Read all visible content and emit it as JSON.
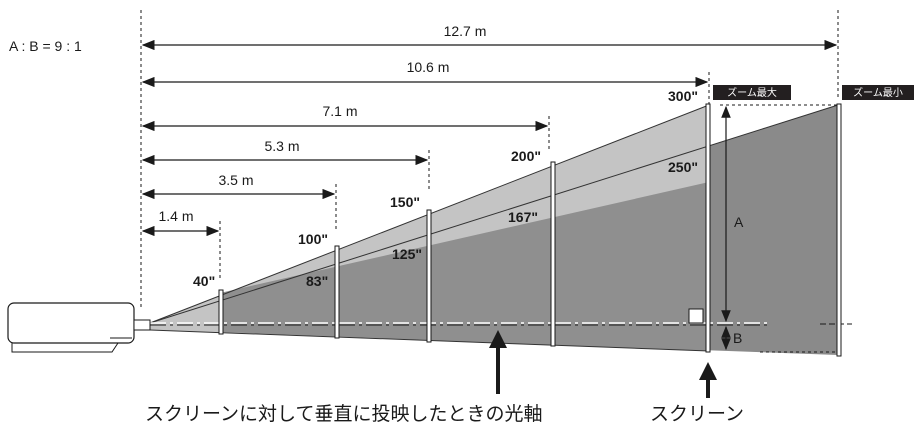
{
  "ratio_label": "A : B = 9 : 1",
  "distances": [
    "12.7 m",
    "10.6 m",
    "7.1 m",
    "5.3 m",
    "3.5 m",
    "1.4 m"
  ],
  "screen_sizes_zoom_max": [
    "40\"",
    "100\"",
    "150\"",
    "200\"",
    "300\""
  ],
  "screen_sizes_zoom_min": [
    "83\"",
    "125\"",
    "167\"",
    "250\""
  ],
  "zoom_max_label": "ズーム最大",
  "zoom_min_label": "ズーム最小",
  "dimension_a": "A",
  "dimension_b": "B",
  "caption_axis": "スクリーンに対して垂直に投映したときの光軸",
  "caption_screen": "スクリーン",
  "colors": {
    "light_area": "#c4c4c4",
    "dark_area": "#8a8a8a",
    "line": "#1a1a1a",
    "tag_bg": "#231f20"
  }
}
